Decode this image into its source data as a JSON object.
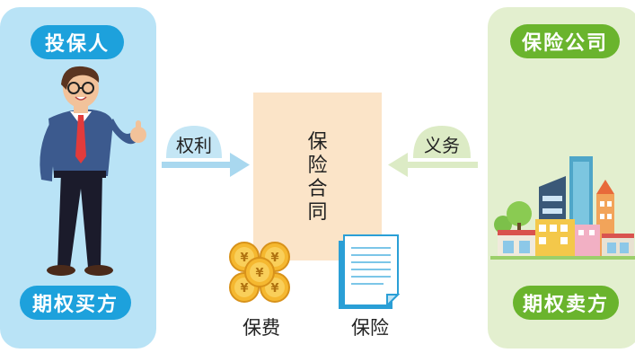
{
  "left_party": {
    "role": "投保人",
    "option_role": "期权买方"
  },
  "right_party": {
    "role": "保险公司",
    "option_role": "期权卖方"
  },
  "contract": {
    "chars": [
      "保",
      "险",
      "合",
      "同"
    ]
  },
  "arrows": {
    "left_label": "权利",
    "right_label": "义务"
  },
  "items": {
    "premium_label": "保费",
    "insurance_label": "保险"
  },
  "colors": {
    "left_panel": "#b9e3f6",
    "right_panel": "#e3efcf",
    "left_pill": "#1da1dc",
    "right_pill": "#6ab42d",
    "contract": "#fbe4c8"
  }
}
